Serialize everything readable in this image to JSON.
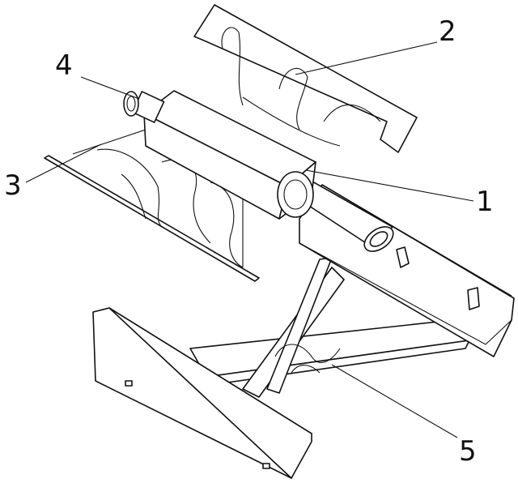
{
  "figure": {
    "labels": [
      {
        "id": "label-1",
        "text": "1"
      },
      {
        "id": "label-2",
        "text": "2"
      },
      {
        "id": "label-3",
        "text": "3"
      },
      {
        "id": "label-4",
        "text": "4"
      },
      {
        "id": "label-5",
        "text": "5"
      }
    ]
  }
}
